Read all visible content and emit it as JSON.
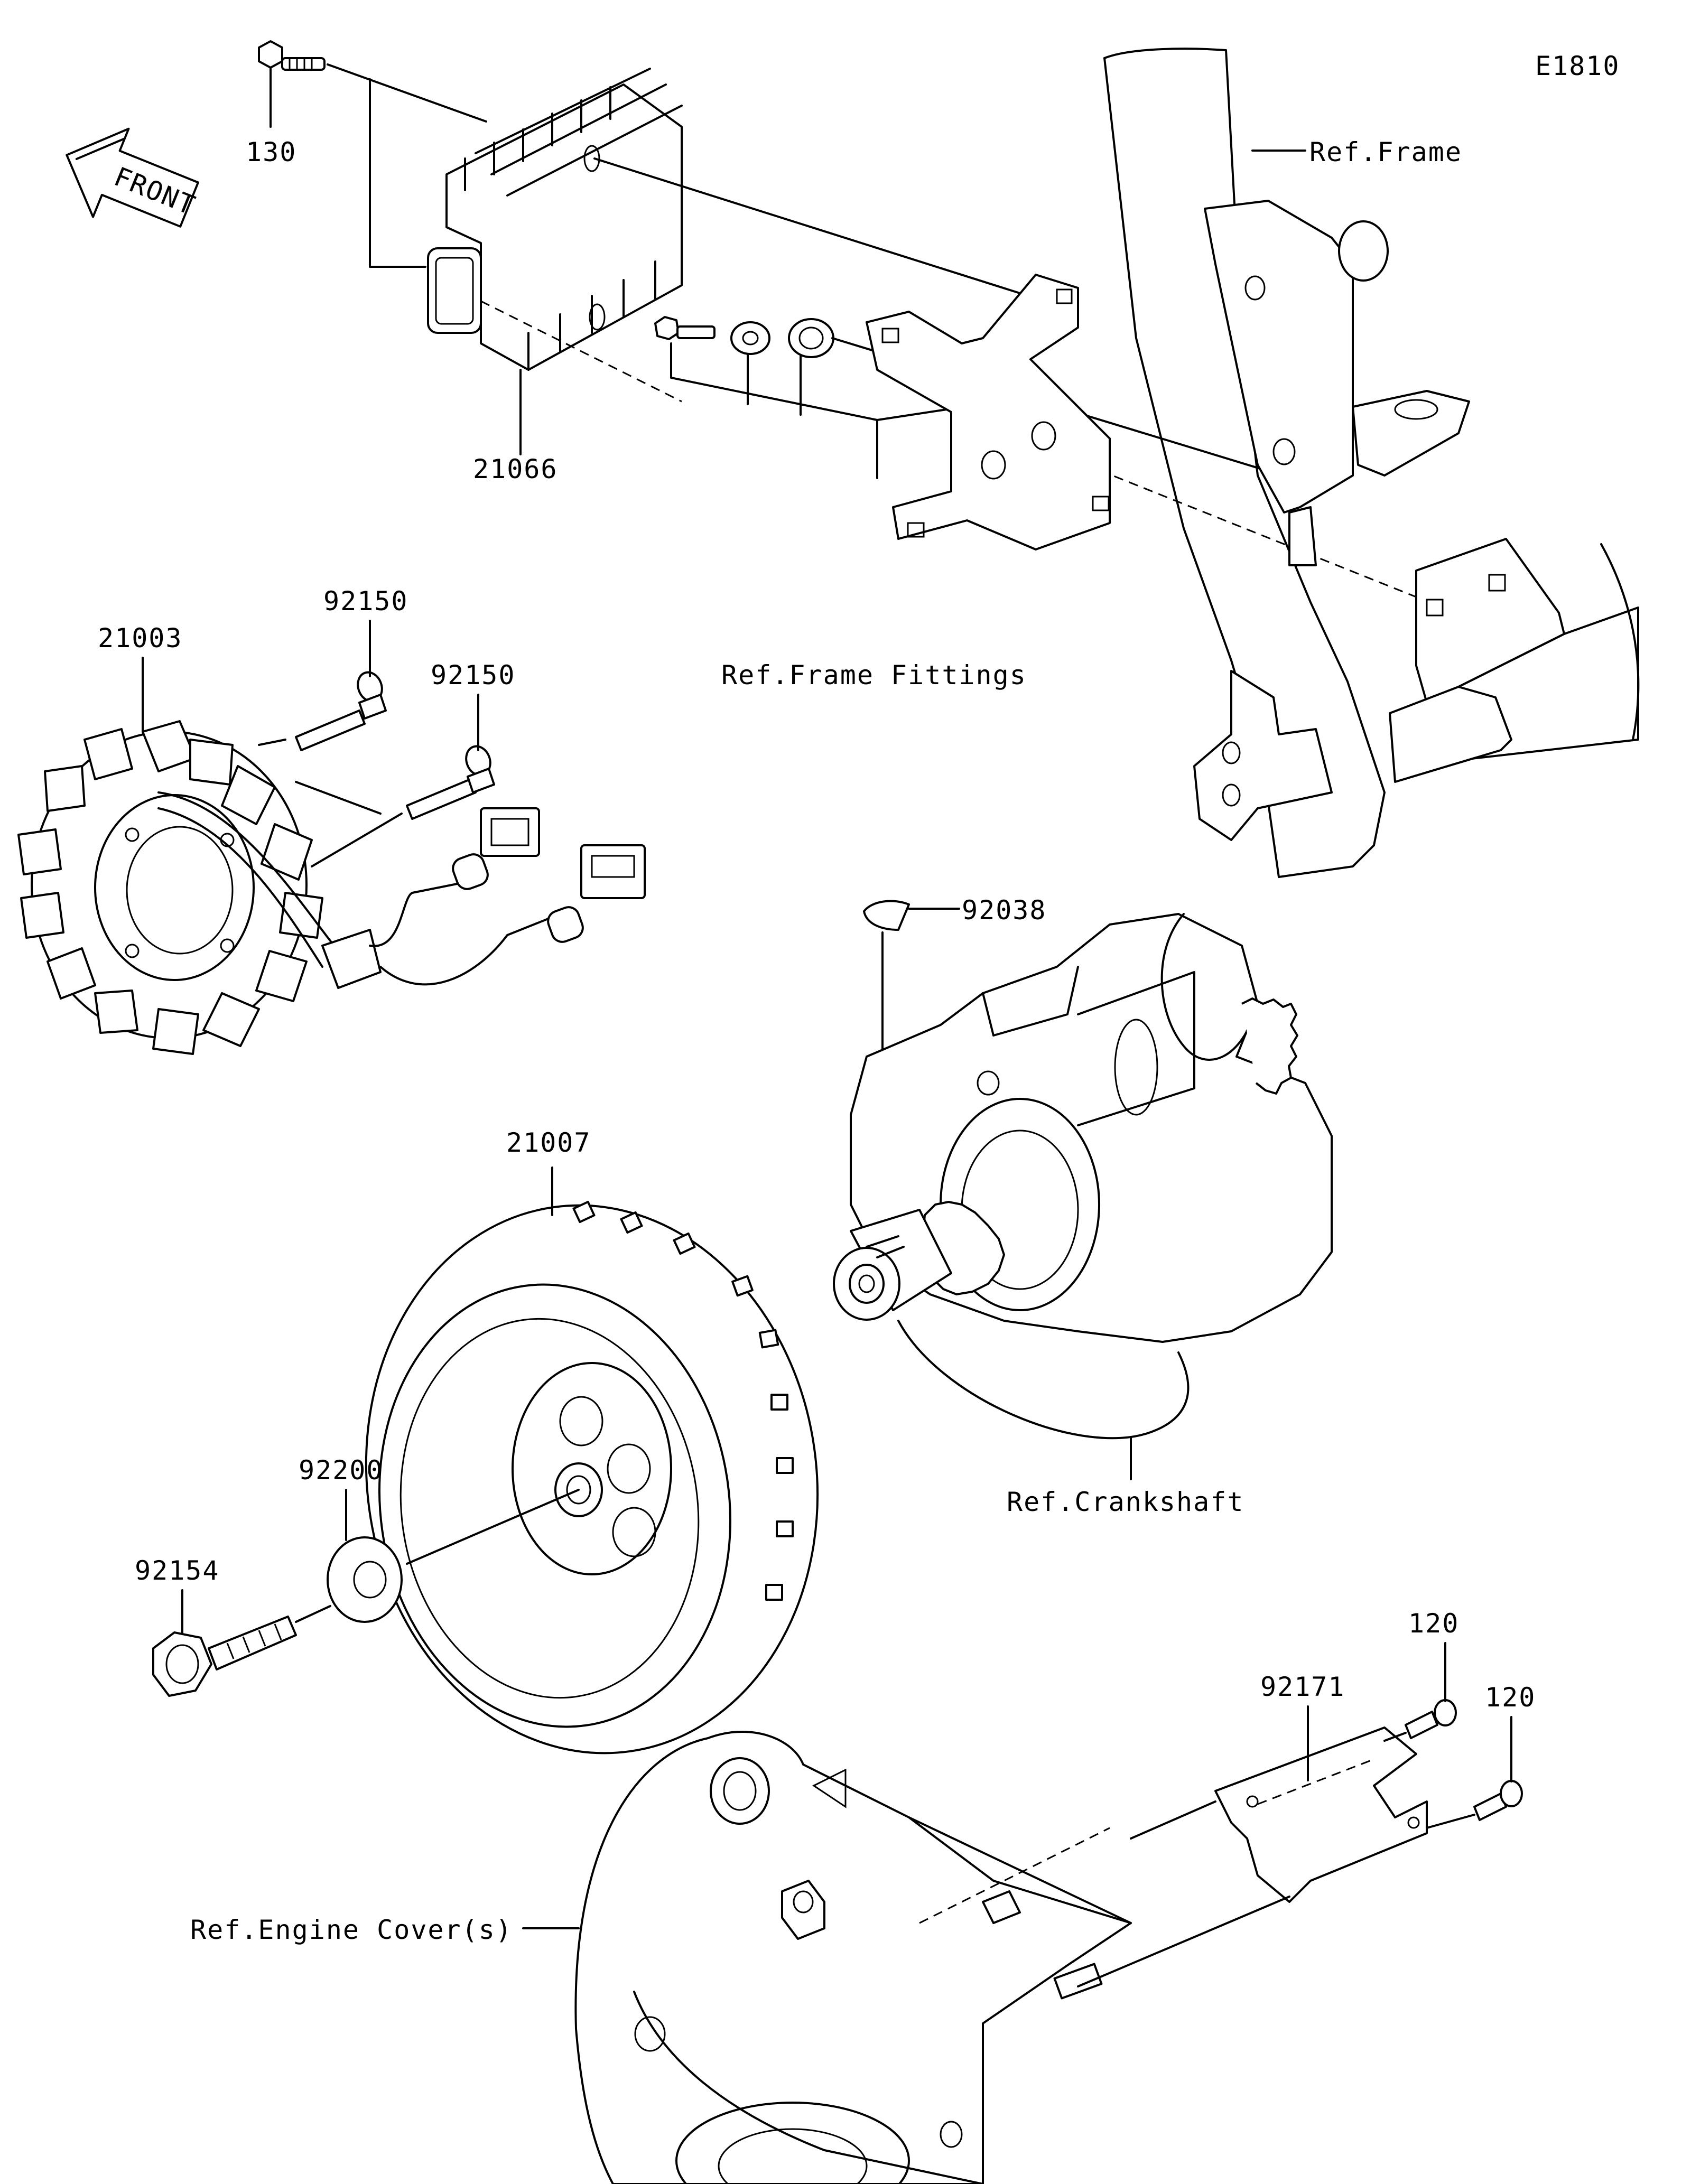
{
  "diagram_code": "E1810",
  "front_label": "FRONT",
  "parts": {
    "p130": "130",
    "p21066": "21066",
    "p21003": "21003",
    "p92150_a": "92150",
    "p92150_b": "92150",
    "p92038": "92038",
    "p21007": "21007",
    "p92200": "92200",
    "p92154": "92154",
    "p92171": "92171",
    "p120_a": "120",
    "p120_b": "120"
  },
  "refs": {
    "frame": "Ref.Frame",
    "frame_fittings": "Ref.Frame Fittings",
    "crankshaft": "Ref.Crankshaft",
    "engine_covers": "Ref.Engine Cover(s)"
  }
}
